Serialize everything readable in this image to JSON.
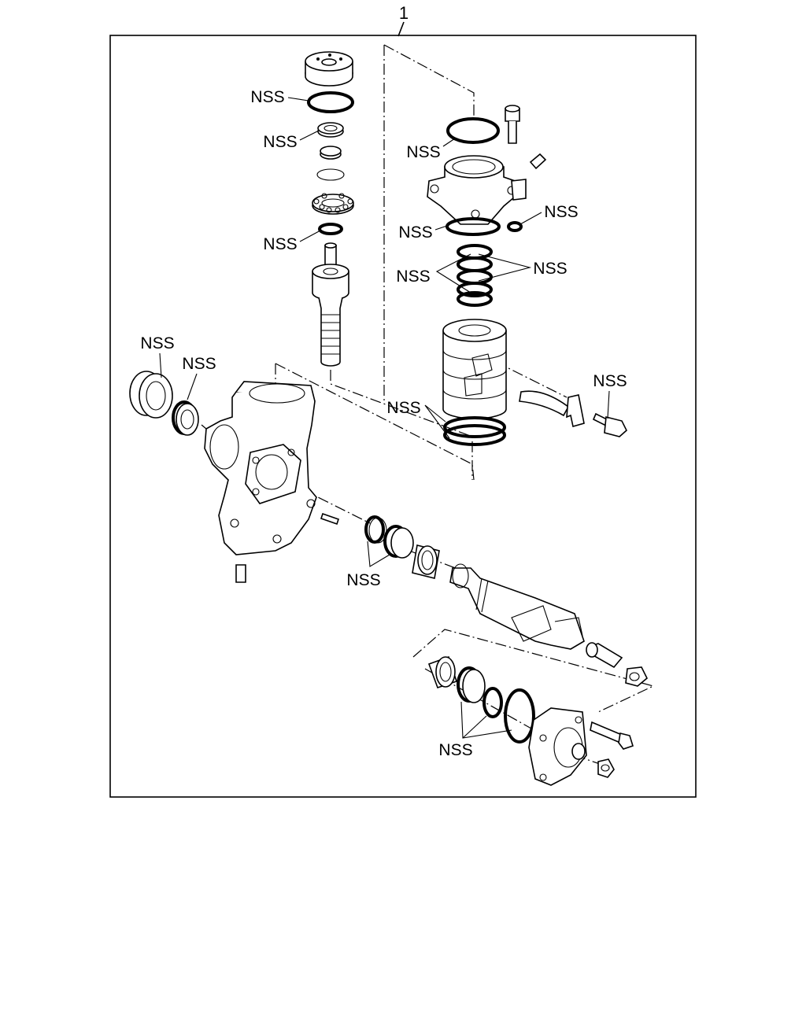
{
  "diagram": {
    "item_number": "1",
    "labels": [
      {
        "id": "nss-top-oring",
        "text": "NSS"
      },
      {
        "id": "nss-top-seal",
        "text": "NSS"
      },
      {
        "id": "nss-shaft-oring",
        "text": "NSS"
      },
      {
        "id": "nss-housing-oring",
        "text": "NSS"
      },
      {
        "id": "nss-small-oring",
        "text": "NSS"
      },
      {
        "id": "nss-valve-lower-oring",
        "text": "NSS"
      },
      {
        "id": "nss-seal-rings-left",
        "text": "NSS"
      },
      {
        "id": "nss-seal-rings-right",
        "text": "NSS"
      },
      {
        "id": "nss-dust-boot",
        "text": "NSS"
      },
      {
        "id": "nss-oil-seal",
        "text": "NSS"
      },
      {
        "id": "nss-bolt",
        "text": "NSS"
      },
      {
        "id": "nss-piston-rings",
        "text": "NSS"
      },
      {
        "id": "nss-sector-seals",
        "text": "NSS"
      },
      {
        "id": "nss-cover-seals",
        "text": "NSS"
      }
    ]
  }
}
